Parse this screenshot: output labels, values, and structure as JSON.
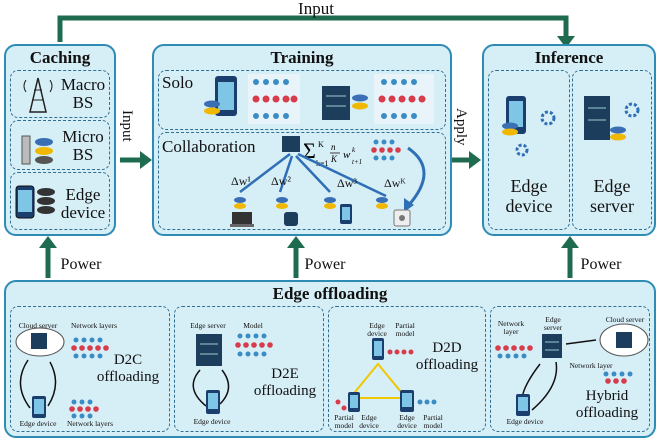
{
  "top_arrow_label": "Input",
  "caching": {
    "title": "Caching",
    "items": [
      "Macro\nBS",
      "Micro\nBS",
      "Edge\ndevice"
    ]
  },
  "training": {
    "title": "Training",
    "solo": "Solo",
    "collaboration": "Collaboration",
    "delta_labels": [
      "Δw¹",
      "Δw²",
      "Δw³",
      "Δwᴷ"
    ]
  },
  "inference": {
    "title": "Inference",
    "items": [
      "Edge\ndevice",
      "Edge\nserver"
    ]
  },
  "arrows": {
    "input_side": "Input",
    "apply": "Apply",
    "power_left": "Power",
    "power_mid": "Power",
    "power_right": "Power"
  },
  "offloading": {
    "title": "Edge offloading",
    "d2c": {
      "name": "D2C\noffloading",
      "labels": [
        "Cloud server",
        "Network layers",
        "Edge device",
        "Network layers"
      ]
    },
    "d2e": {
      "name": "D2E\noffloading",
      "labels": [
        "Edge server",
        "Model",
        "Edge device"
      ]
    },
    "d2d": {
      "name": "D2D\noffloading",
      "labels": [
        "Edge\ndevice",
        "Partial\nmodel",
        "Partial\nmodel",
        "Edge\ndevice",
        "Edge\ndevice",
        "Partial\nmodel"
      ]
    },
    "hybrid": {
      "name": "Hybrid\noffloading",
      "labels": [
        "Network\nlayer",
        "Edge\nserver",
        "Cloud server",
        "Network layer",
        "Edge device"
      ]
    }
  },
  "colors": {
    "panel_fill": "#d6eef6",
    "panel_border": "#2e8bb3",
    "arrow": "#1f6b4f"
  }
}
